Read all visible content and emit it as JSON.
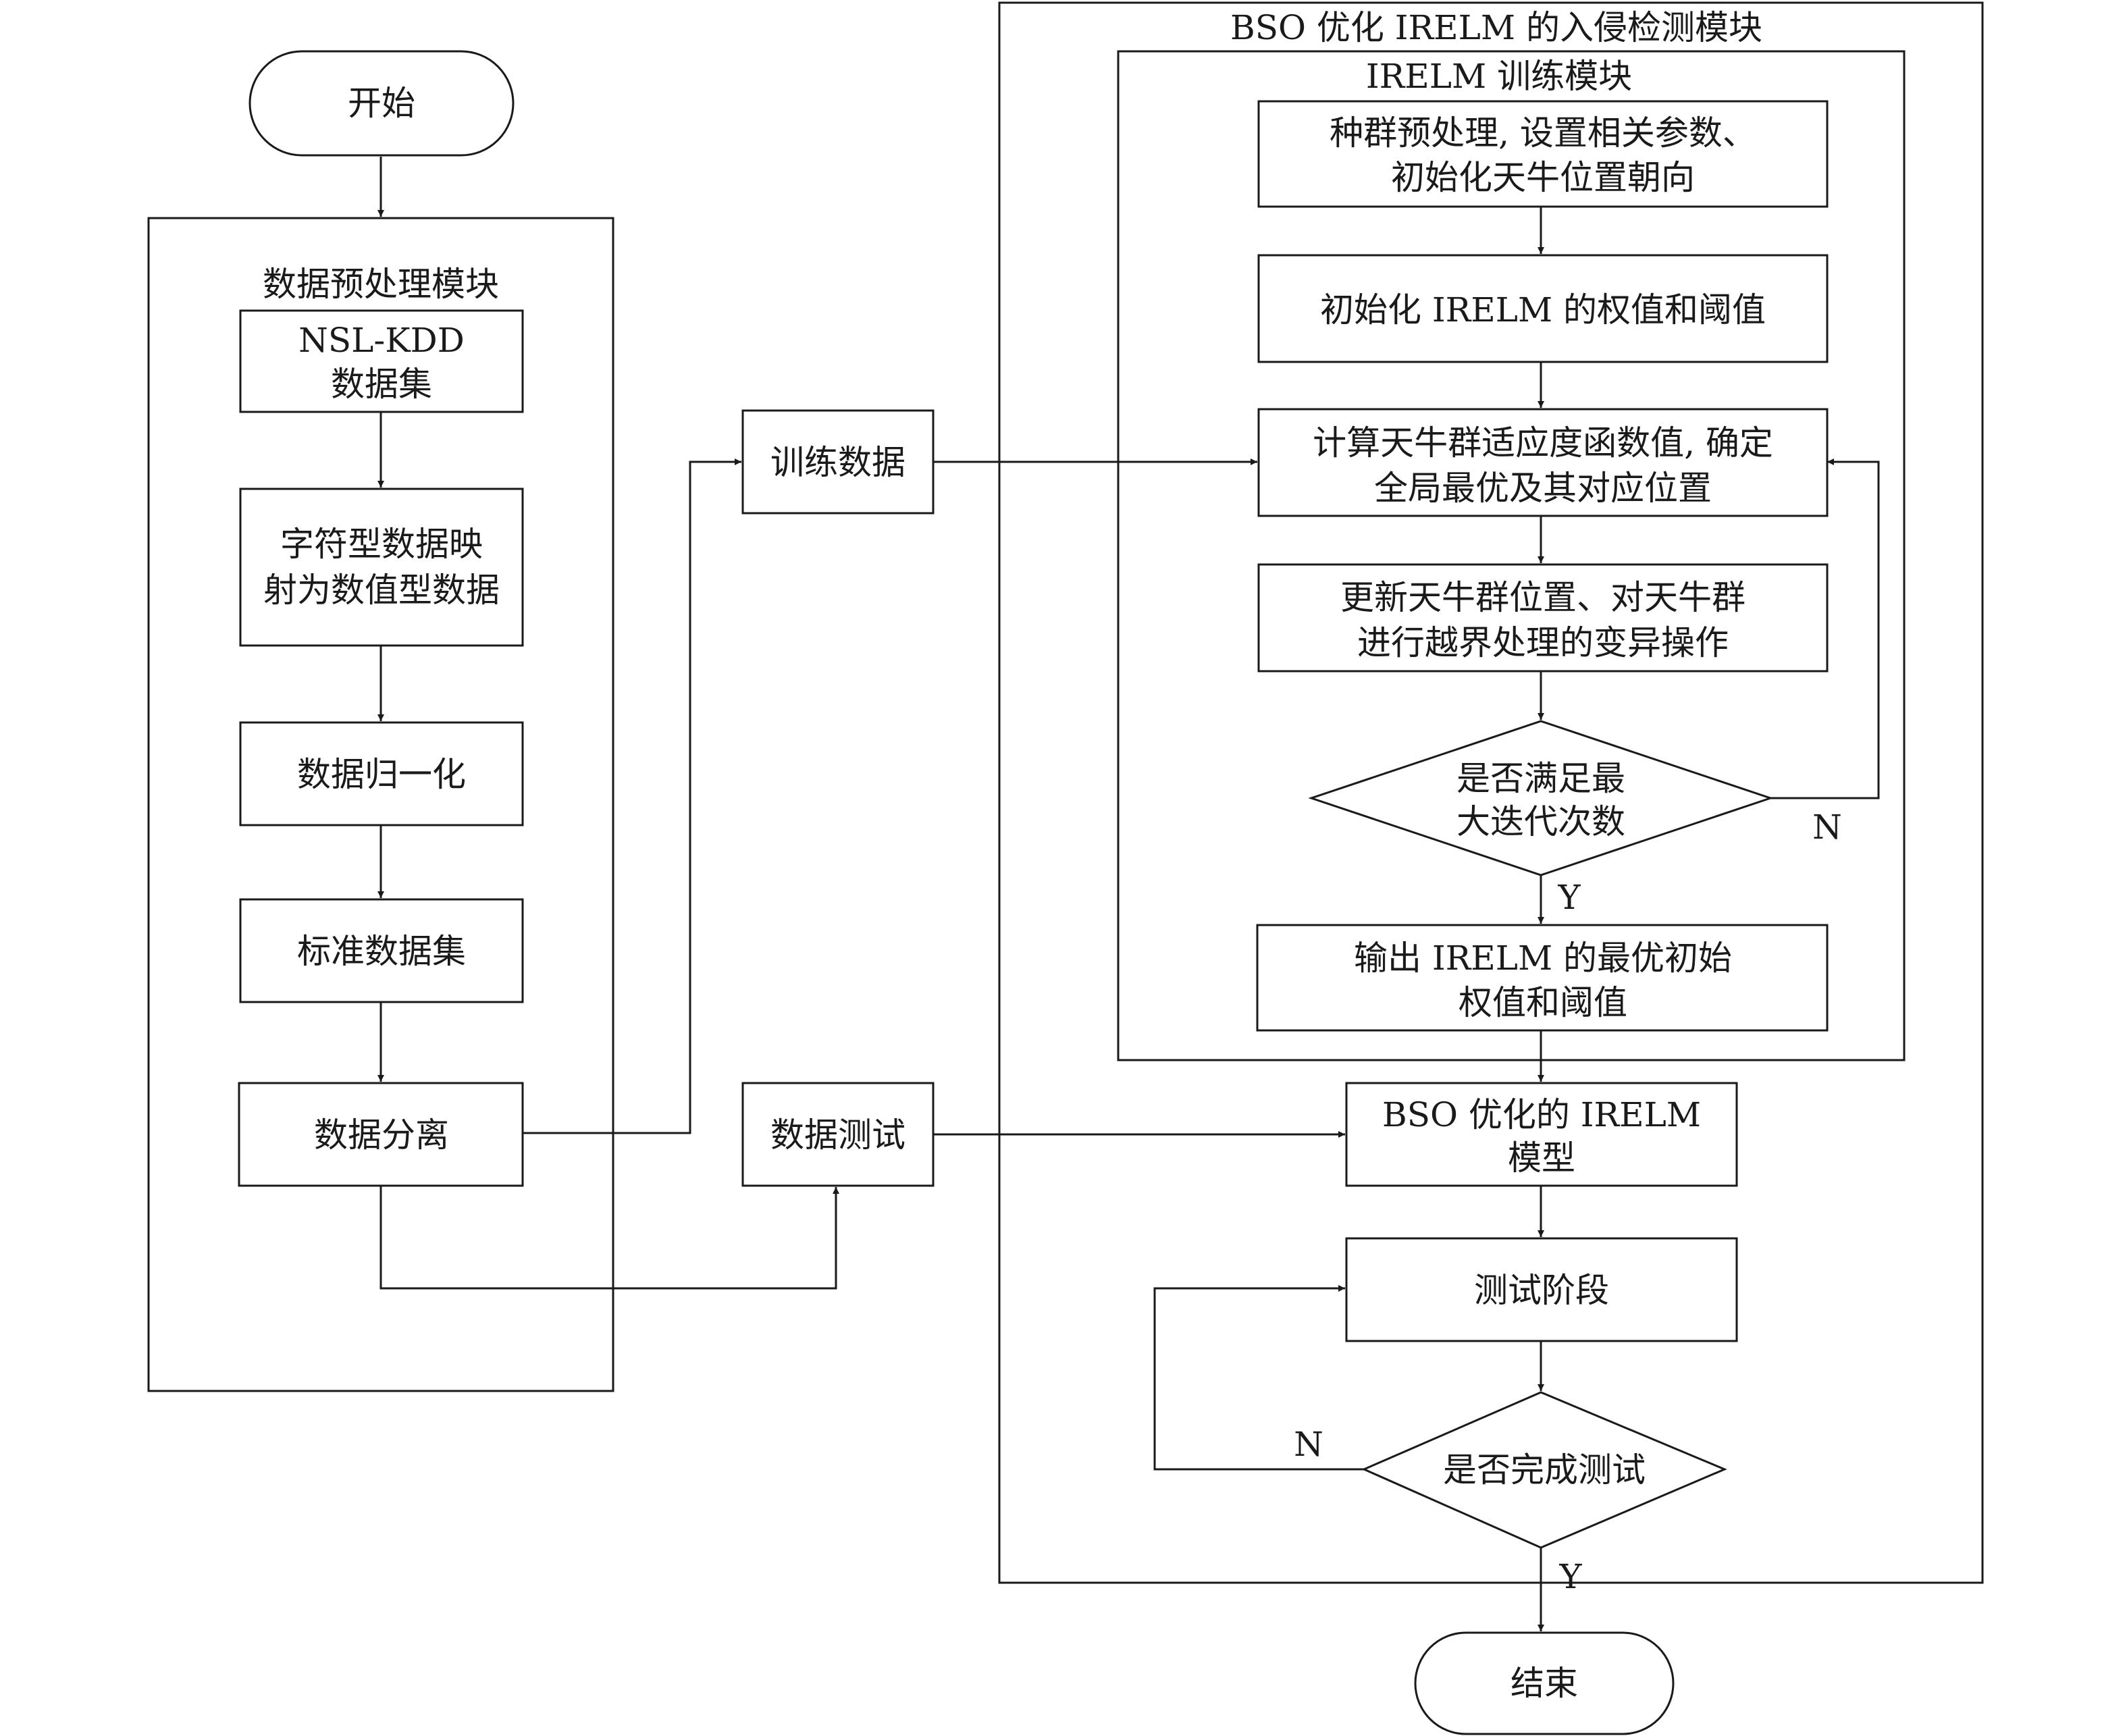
{
  "groups": {
    "preprocess": "数据预处理模块",
    "detect": "BSO 优化 IRELM 的入侵检测模块",
    "train": "IRELM 训练模块"
  },
  "nodes": {
    "start": "开始",
    "dataset": [
      "NSL-KDD",
      "数据集"
    ],
    "mapping": [
      "字符型数据映",
      "射为数值型数据"
    ],
    "normalize": "数据归一化",
    "standard": "标准数据集",
    "split": "数据分离",
    "train_data": "训练数据",
    "test_data": "数据测试",
    "pop_init": [
      "种群预处理, 设置相关参数、",
      "初始化天牛位置朝向"
    ],
    "init_weights": "初始化 IRELM 的权值和阈值",
    "fitness": [
      "计算天牛群适应度函数值, 确定",
      "全局最优及其对应位置"
    ],
    "update": [
      "更新天牛群位置、对天牛群",
      "进行越界处理的变异操作"
    ],
    "max_iter": [
      "是否满足最",
      "大迭代次数"
    ],
    "output": [
      "输出 IRELM 的最优初始",
      "权值和阈值"
    ],
    "model": [
      "BSO 优化的 IRELM",
      "模型"
    ],
    "test_phase": "测试阶段",
    "test_done": "是否完成测试",
    "end": "结束"
  },
  "labels": {
    "iter_no": "N",
    "iter_yes": "Y",
    "test_no": "N",
    "test_yes": "Y"
  }
}
